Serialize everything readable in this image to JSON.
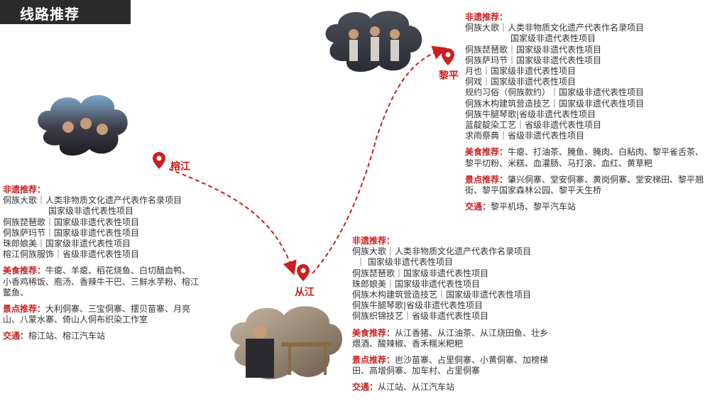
{
  "header": {
    "title": "线路推荐"
  },
  "cities": {
    "rongjiang": "榕江",
    "congjiang": "从江",
    "liping": "黎平"
  },
  "rongjiang": {
    "heritage_label": "非遗推荐：",
    "heritage_lines": [
      "侗族大歌｜人类非物质文化遗产代表作名录项目",
      "国家级非遗代表性项目",
      "侗族琵琶歌｜国家级非遗代表性项目",
      "侗族萨玛节｜国家级非遗代表性项目",
      "珠郎娘美｜国家级非遗代表性项目",
      "榕江侗族服饰｜省级非遗代表性项目"
    ],
    "food_label": "美食推荐：",
    "food_text": "牛瘪、羊瘪、稻花烧鱼、白切醋血鸭、小香鸡稀饭、庖汤、香辣牛干巴、三鲜水芋粉、榕江鳖鱼、",
    "sights_label": "景点推荐：",
    "sights_text": "大利侗寨、三宝侗寨、摆贝苗寨、月亮山、八蒙水寨、倚山人侗布织染工作室",
    "traffic_label": "交通：",
    "traffic_text": "榕江站、榕江汽车站"
  },
  "congjiang": {
    "heritage_label": "非遗推荐：",
    "heritage_lines": [
      "侗族大歌｜人类非物质文化遗产代表作名录项目",
      "｜ 国家级非遗代表性项目",
      "侗族琵琶歌｜国家级非遗代表性项目",
      "珠郎娘美｜国家级非遗代表性项目",
      "侗族木构建筑营造技艺｜国家级非遗代表性项目",
      "侗族牛腿琴歌|省级非遗代表性项目",
      "侗族织锦技艺｜省级非遗代表性项目"
    ],
    "food_label": "美食推荐：",
    "food_text": "从江香猪、从江油茶、从江烧田鱼、壮乡煨酒、酸辣椒、香禾糯米粑粑",
    "sights_label": "景点推荐：",
    "sights_text": "岜沙苗寨、占里侗寨、小黄侗寨、加榜梯田、高增侗寨、加车村、占里侗寨",
    "traffic_label": "交通：",
    "traffic_text": "从江站、从江汽车站"
  },
  "liping": {
    "heritage_label": "非遗推荐：",
    "heritage_lines": [
      "侗族大歌｜人类非物质文化遗产代表作名录项目",
      "国家级非遗代表性项目",
      "侗族琵琶歌｜国家级非遗代表性项目",
      "侗族萨玛节｜国家级非遗代表性项目",
      "月也｜国家级非遗代表性项目",
      "侗戏｜国家级非遗代表性项目",
      "规约习俗（侗族款约）｜国家级非遗代表性项目",
      "侗族木构建筑营造技艺｜国家级非遗代表性项目",
      "侗族牛腿琴歌|省级非遗代表性项目",
      "蓝靛靛染工艺｜省级非遗代表性项目",
      "求雨祭典｜省级非遗代表性项目"
    ],
    "food_label": "美食推荐：",
    "food_text": "牛瘪、打油茶、腌鱼、腌肉、白粘肉、黎平雀舌茶、黎平切粉、米糕、血灌肠、马打滚、血红、黄草粑",
    "sights_label": "景点推荐：",
    "sights_text": "肇兴侗寨、堂安侗寨、黄岗侗寨、堂安梯田、黎平翘街、黎平国家森林公园、黎平天生桥",
    "traffic_label": "交通：",
    "traffic_text": "黎平机场、黎平汽车站"
  },
  "colors": {
    "accent": "#cc1f1f",
    "header_bg": "#2b2b2b",
    "text": "#333333"
  },
  "icons": [
    "location-pin-icon"
  ]
}
